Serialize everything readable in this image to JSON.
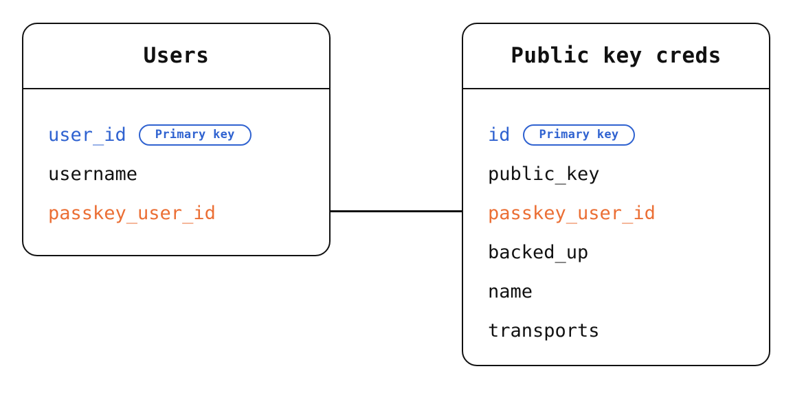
{
  "diagram": {
    "type": "entity-relationship-diagram",
    "background_color": "#ffffff",
    "colors": {
      "border": "#111111",
      "text": "#111111",
      "primary_key": "#2F62D0",
      "foreign_key": "#EB6F35",
      "badge_border": "#2F62D0"
    }
  },
  "entities": [
    {
      "id": "users",
      "title": "Users",
      "fields": [
        {
          "name": "user_id",
          "role": "primary_key",
          "badge": "Primary key"
        },
        {
          "name": "username",
          "role": "plain",
          "badge": null
        },
        {
          "name": "passkey_user_id",
          "role": "foreign_key",
          "badge": null
        }
      ]
    },
    {
      "id": "credentials",
      "title": "Public key creds",
      "fields": [
        {
          "name": "id",
          "role": "primary_key",
          "badge": "Primary key"
        },
        {
          "name": "public_key",
          "role": "plain",
          "badge": null
        },
        {
          "name": "passkey_user_id",
          "role": "foreign_key",
          "badge": null
        },
        {
          "name": "backed_up",
          "role": "plain",
          "badge": null
        },
        {
          "name": "name",
          "role": "plain",
          "badge": null
        },
        {
          "name": "transports",
          "role": "plain",
          "badge": null
        }
      ]
    }
  ],
  "relationships": [
    {
      "id": "users-credentials",
      "from": "users.passkey_user_id",
      "to": "credentials.passkey_user_id",
      "style": "solid-line"
    }
  ]
}
